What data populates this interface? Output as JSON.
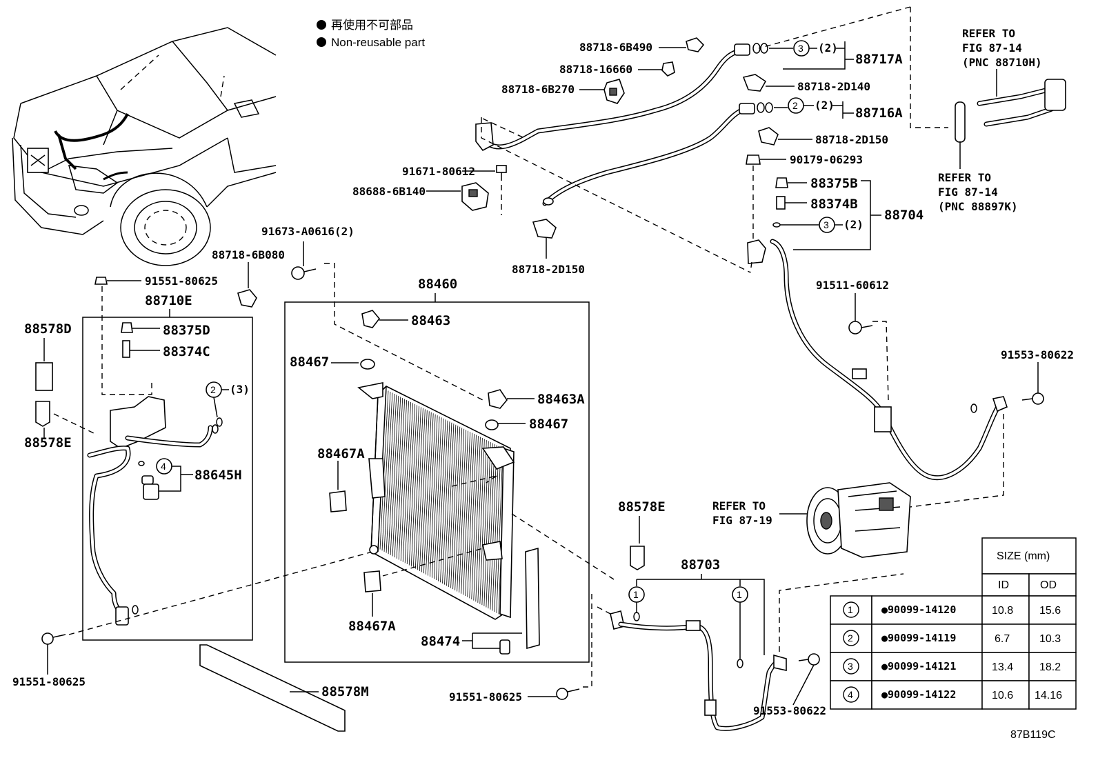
{
  "legend": {
    "jp": "再使用不可部品",
    "en": "Non-reusable part"
  },
  "labels": {
    "p88718_6B490": "88718-6B490",
    "p88718_16660": "88718-16660",
    "p88718_6B270": "88718-6B270",
    "p88717A": "88717A",
    "p88718_2D140": "88718-2D140",
    "p88716A": "88716A",
    "p88718_2D150a": "88718-2D150",
    "p90179_06293": "90179-06293",
    "p88375B": "88375B",
    "p88374B": "88374B",
    "p88704": "88704",
    "p91671_80612": "91671-80612",
    "p88688_6B140": "88688-6B140",
    "p88718_2D150b": "88718-2D150",
    "p91673_A0616": "91673-A0616(2)",
    "p88718_6B080": "88718-6B080",
    "p91551_80625a": "91551-80625",
    "p88710E": "88710E",
    "p88578D": "88578D",
    "p88375D": "88375D",
    "p88374C": "88374C",
    "p88578E_left": "88578E",
    "p88645H": "88645H",
    "p91551_80625b": "91551-80625",
    "p88460": "88460",
    "p88463": "88463",
    "p88467a": "88467",
    "p88463A": "88463A",
    "p88467b": "88467",
    "p88467A_a": "88467A",
    "p88467A_b": "88467A",
    "p88474": "88474",
    "p88578M": "88578M",
    "p91551_80625c": "91551-80625",
    "p88578E_mid": "88578E",
    "p88703": "88703",
    "p91553_80622a": "91553-80622",
    "p91553_80622b": "91553-80622",
    "p91511_60612": "91511-60612",
    "ref_a_1": "REFER TO",
    "ref_a_2": "FIG 87-14",
    "ref_a_3": "(PNC 88710H)",
    "ref_b_1": "REFER TO",
    "ref_b_2": "FIG 87-14",
    "ref_b_3": "(PNC 88897K)",
    "ref_c_1": "REFER TO",
    "ref_c_2": "FIG 87-19",
    "fig_code": "87B119C"
  },
  "callouts": {
    "c3_top": "3",
    "c3_top_qty": "(2)",
    "c2_top": "2",
    "c2_top_qty": "(2)",
    "c3_mid": "3",
    "c3_mid_qty": "(2)",
    "c2_left": "2",
    "c2_left_qty": "(3)",
    "c4_left": "4",
    "c1_a": "1",
    "c1_b": "1"
  },
  "size_table": {
    "header": "SIZE (mm)",
    "col_id": "ID",
    "col_od": "OD",
    "rows": [
      {
        "num": "1",
        "part": "●90099-14120",
        "id": "10.8",
        "od": "15.6"
      },
      {
        "num": "2",
        "part": "●90099-14119",
        "id": "6.7",
        "od": "10.3"
      },
      {
        "num": "3",
        "part": "●90099-14121",
        "id": "13.4",
        "od": "18.2"
      },
      {
        "num": "4",
        "part": "●90099-14122",
        "id": "10.6",
        "od": "14.16"
      }
    ]
  }
}
